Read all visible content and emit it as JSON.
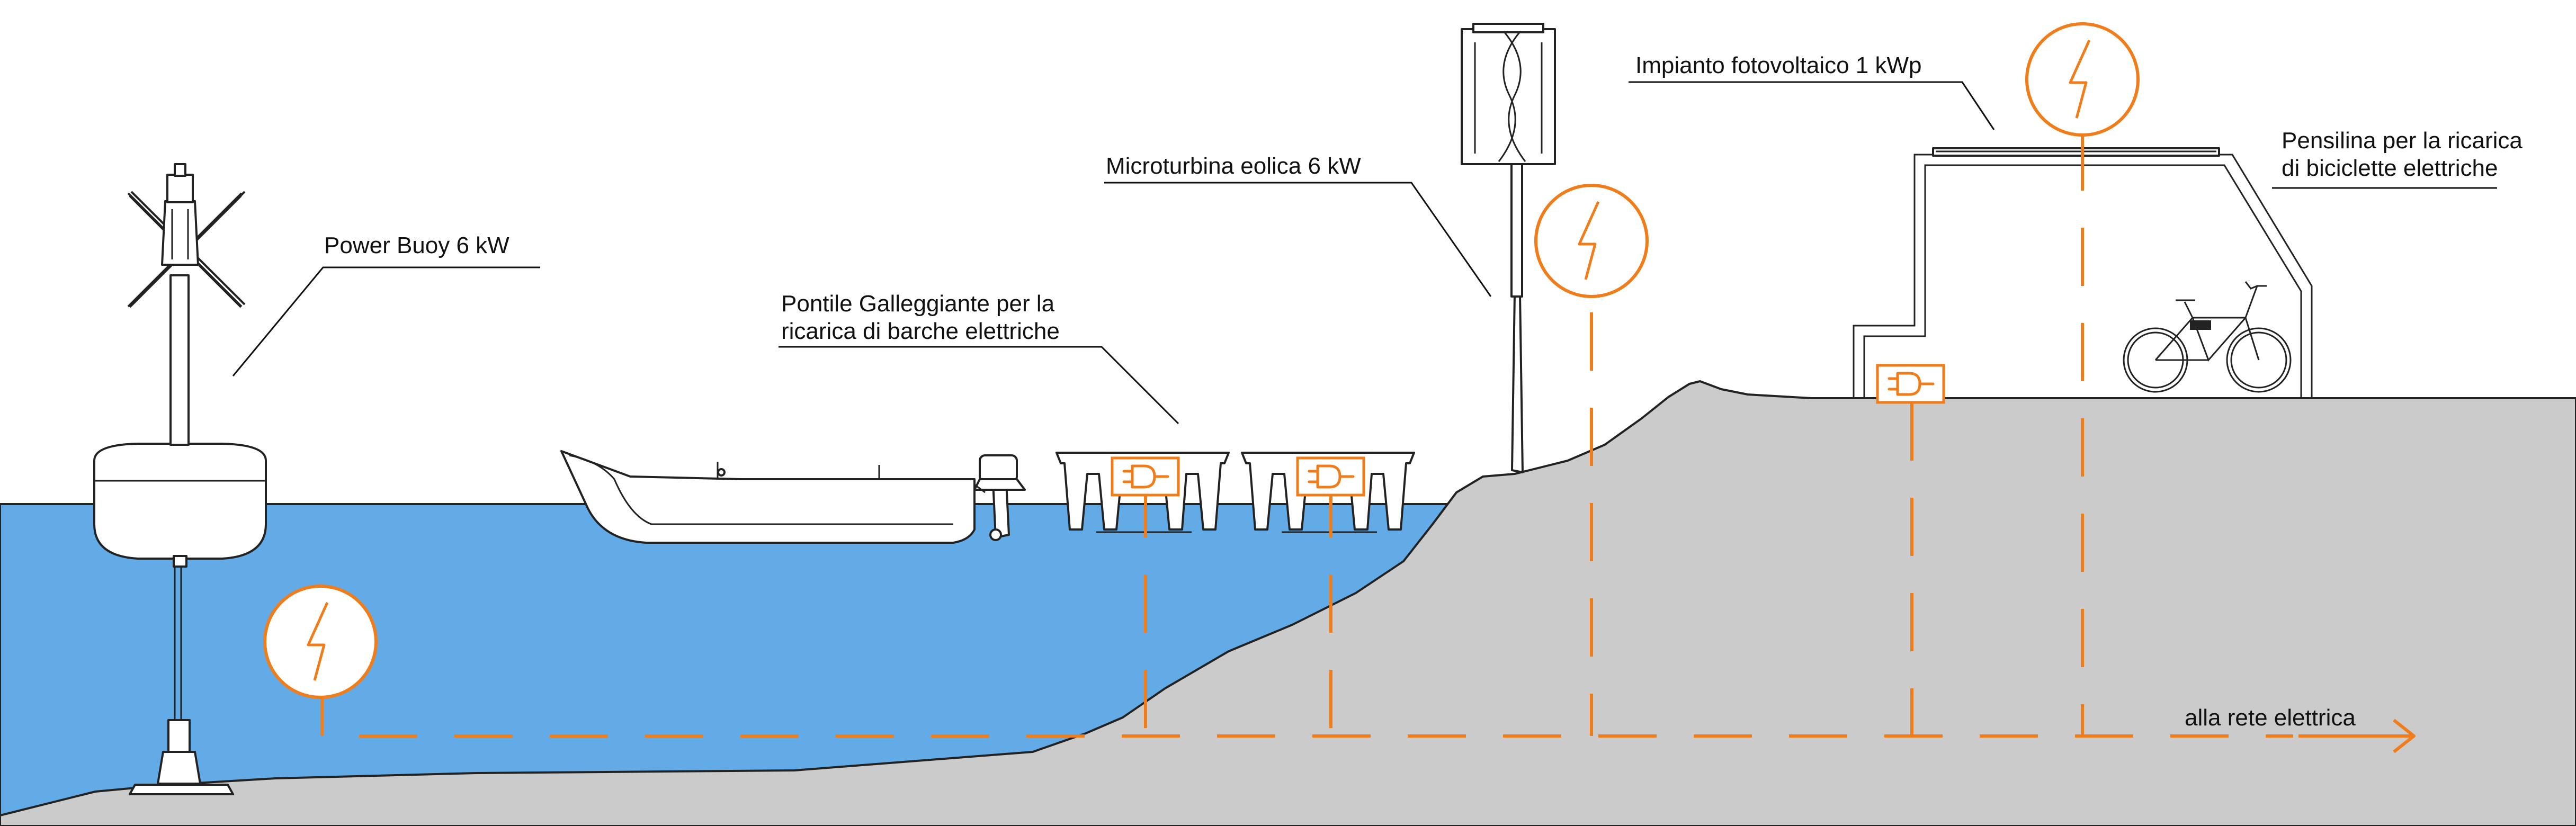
{
  "labels": {
    "power_buoy": "Power Buoy 6 kW",
    "pontoon_line1": "Pontile Galleggiante per la",
    "pontoon_line2": "ricarica di barche elettriche",
    "micro_turbine": "Microturbina eolica 6 kW",
    "pv_plant": "Impianto fotovoltaico 1 kWp",
    "shelter_line1": "Pensilina per la ricarica",
    "shelter_line2": "di biciclette elettriche",
    "grid": "alla rete elettrica"
  },
  "colors": {
    "water": "#63abe6",
    "ground": "#cbcbcb",
    "accent_orange": "#f07d1a",
    "line": "#222222"
  },
  "icons": [
    "lightning-bolt-icon",
    "plug-icon",
    "arrow-right-icon",
    "bicycle-icon"
  ]
}
